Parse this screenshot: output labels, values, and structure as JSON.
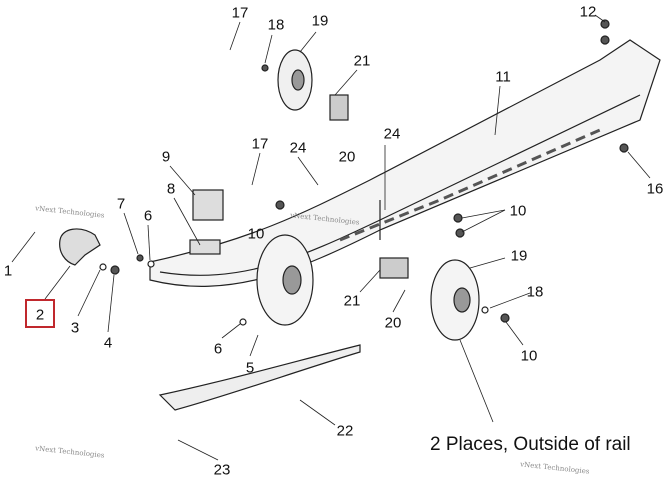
{
  "diagram": {
    "callouts": [
      {
        "id": "17a",
        "label": "17"
      },
      {
        "id": "18a",
        "label": "18"
      },
      {
        "id": "19a",
        "label": "19"
      },
      {
        "id": "21a",
        "label": "21"
      },
      {
        "id": "12",
        "label": "12"
      },
      {
        "id": "11",
        "label": "11"
      },
      {
        "id": "24a",
        "label": "24"
      },
      {
        "id": "17b",
        "label": "17"
      },
      {
        "id": "24b",
        "label": "24"
      },
      {
        "id": "20a",
        "label": "20"
      },
      {
        "id": "9",
        "label": "9"
      },
      {
        "id": "16",
        "label": "16"
      },
      {
        "id": "8",
        "label": "8"
      },
      {
        "id": "7",
        "label": "7"
      },
      {
        "id": "6a",
        "label": "6"
      },
      {
        "id": "10a",
        "label": "10"
      },
      {
        "id": "10b",
        "label": "10"
      },
      {
        "id": "1",
        "label": "1"
      },
      {
        "id": "19b",
        "label": "19"
      },
      {
        "id": "21b",
        "label": "21"
      },
      {
        "id": "18b",
        "label": "18"
      },
      {
        "id": "2",
        "label": "2",
        "highlighted": true
      },
      {
        "id": "3",
        "label": "3"
      },
      {
        "id": "4",
        "label": "4"
      },
      {
        "id": "6b",
        "label": "6"
      },
      {
        "id": "5",
        "label": "5"
      },
      {
        "id": "20b",
        "label": "20"
      },
      {
        "id": "10c",
        "label": "10"
      },
      {
        "id": "22",
        "label": "22"
      },
      {
        "id": "23",
        "label": "23"
      }
    ],
    "caption": "2 Places, Outside of rail",
    "watermark": "vNext Technologies",
    "highlight_color": "#c0282d"
  }
}
